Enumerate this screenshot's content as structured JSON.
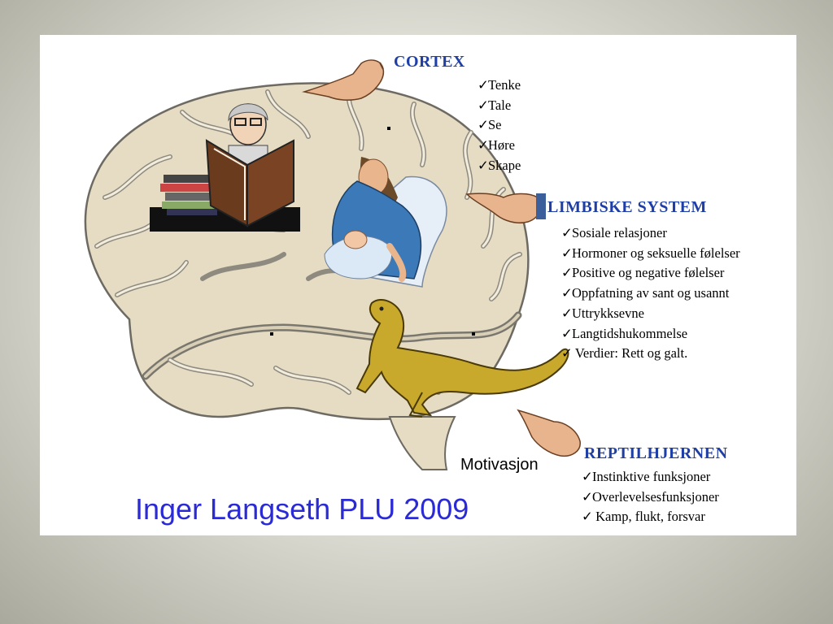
{
  "title": "Inger Langseth PLU 2009",
  "label_motivation": "Motivasjon",
  "check_mark": "✓",
  "sections": {
    "cortex": {
      "heading": "CORTEX",
      "items": [
        "Tenke",
        "Tale",
        "Se",
        "Høre",
        "Skape"
      ]
    },
    "limbic": {
      "heading": "LIMBISKE SYSTEM",
      "items": [
        "Sosiale relasjoner",
        "Hormoner og seksuelle følelser",
        "Positive og negative følelser",
        "Oppfatning av sant og usannt",
        "Uttrykksevne",
        "Langtidshukommelse",
        " Verdier: Rett og galt."
      ]
    },
    "reptile": {
      "heading": "REPTILHJERNEN",
      "items": [
        "Instinktive funksjoner",
        "Overlevelsesfunksjoner",
        " Kamp, flukt, forsvar"
      ]
    }
  },
  "colors": {
    "heading": "#1f3fa6",
    "title": "#2a2ad6",
    "brain": "#e3dac4",
    "lizard": "#c9a92c"
  },
  "icons": [
    "brain-illustration",
    "pointing-hand-icon",
    "professor-reading-figure",
    "mother-baby-figure",
    "lizard-figure"
  ]
}
